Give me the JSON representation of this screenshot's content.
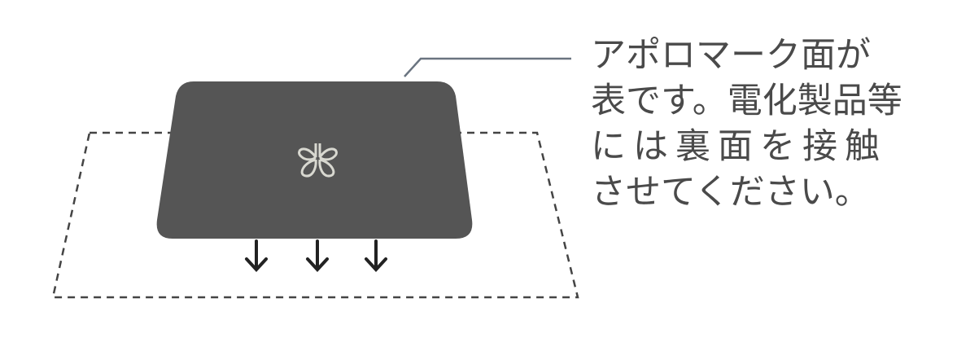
{
  "caption": {
    "lines": [
      "アポロマーク面が",
      "表です。電化製品等",
      "には裏面を接触",
      "させてください。"
    ]
  },
  "colors": {
    "pad": "#555555",
    "mark": "#d8d8d0",
    "text": "#4a4a4a",
    "leader": "#6a7480"
  },
  "icons": {
    "pad_mark": "apollo-mark-icon",
    "arrows": "arrow-down-icon"
  }
}
